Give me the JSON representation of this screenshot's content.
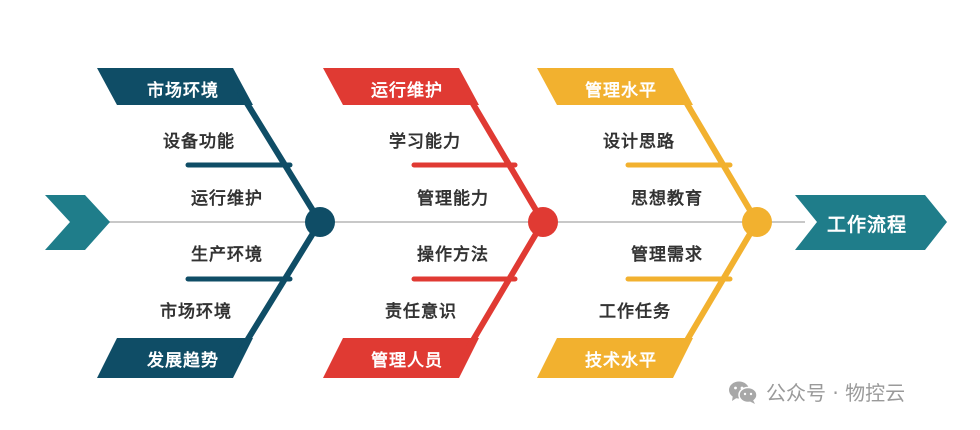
{
  "colors": {
    "group1": "#0f4d66",
    "group2": "#e03a33",
    "group3": "#f2b12f",
    "head": "#1f7d8a",
    "spine": "#c8c8c8",
    "text": "#333333",
    "watermark": "#9a9a9a"
  },
  "diagram": {
    "type": "fishbone",
    "head": {
      "label": "工作流程"
    },
    "groups": [
      {
        "top_category": "市场环境",
        "bottom_category": "发展趋势",
        "causes_top": [
          "设备功能",
          "运行维护"
        ],
        "causes_bottom": [
          "生产环境",
          "市场环境"
        ]
      },
      {
        "top_category": "运行维护",
        "bottom_category": "管理人员",
        "causes_top": [
          "学习能力",
          "管理能力"
        ],
        "causes_bottom": [
          "操作方法",
          "责任意识"
        ]
      },
      {
        "top_category": "管理水平",
        "bottom_category": "技术水平",
        "causes_top": [
          "设计思路",
          "思想教育"
        ],
        "causes_bottom": [
          "管理需求",
          "工作任务"
        ]
      }
    ]
  },
  "watermark": {
    "icon": "wechat-icon",
    "text": "公众号 · 物控云"
  }
}
